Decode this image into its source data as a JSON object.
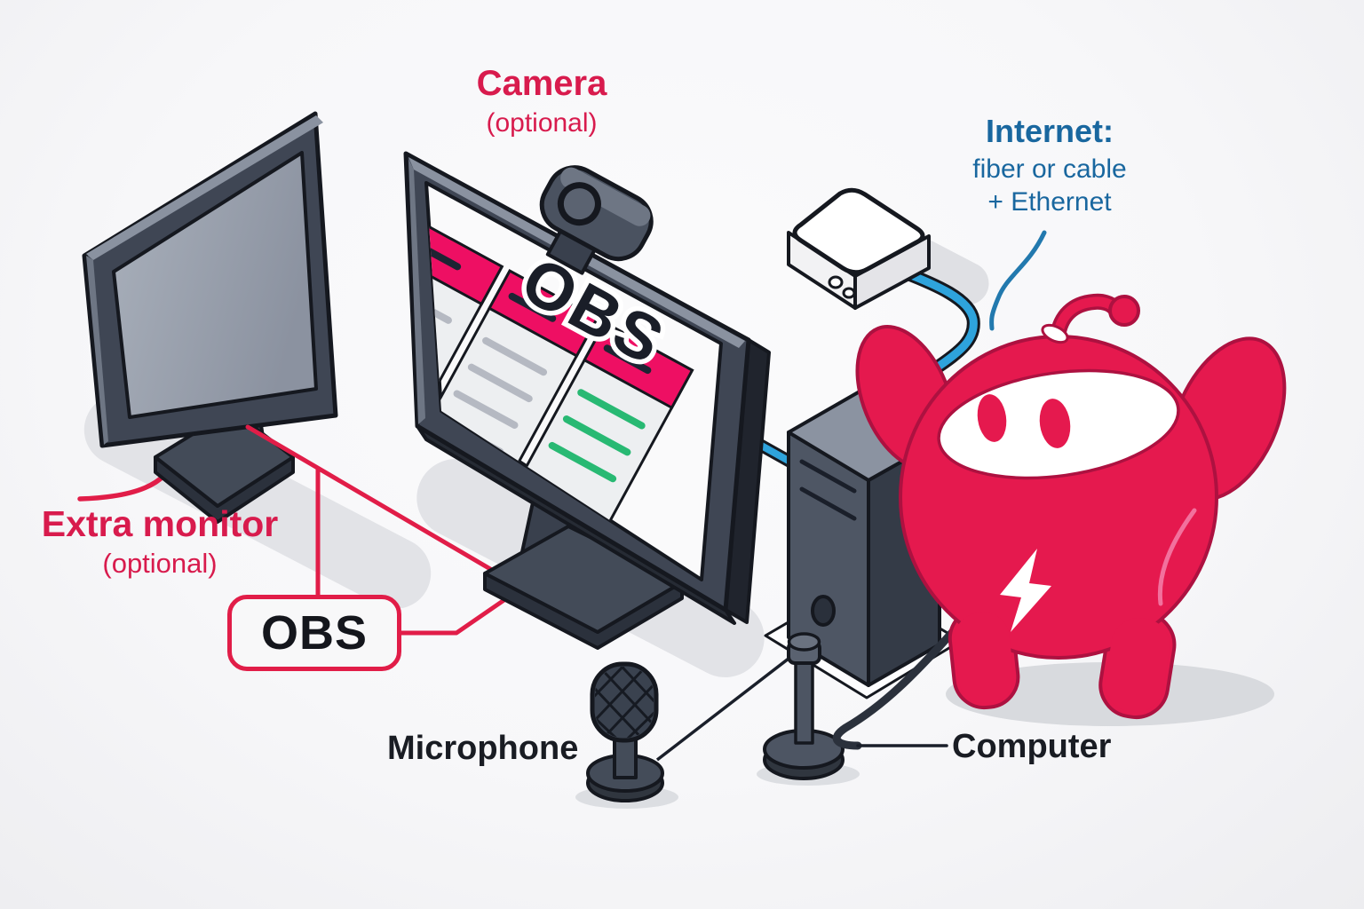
{
  "labels": {
    "camera": {
      "title": "Camera",
      "subtitle": "(optional)"
    },
    "internet": {
      "title": "Internet:",
      "line2": "fiber or cable",
      "line3": "+ Ethernet"
    },
    "extra_monitor": {
      "title": "Extra monitor",
      "subtitle": "(optional)"
    },
    "obs_box": {
      "label": "OBS"
    },
    "screen": {
      "app_title": "OBS"
    },
    "microphone": {
      "label": "Microphone"
    },
    "computer": {
      "label": "Computer"
    }
  },
  "colors": {
    "crimson_line": "#e11d48",
    "label_crimson": "#d81b4d",
    "label_blue": "#19679f",
    "mascot": "#e5194e",
    "mascot_outline": "#ad1140",
    "magenta_header": "#ee0f63",
    "green_accent": "#28b973",
    "cable_blue": "#2ea3dc",
    "ink": "#15181f",
    "text_ink": "#191c23"
  },
  "illustration_parts": [
    "extra-monitor",
    "obs-connector-lines",
    "main-monitor",
    "obs-screen-ui",
    "webcam",
    "router-box",
    "ethernet-cable",
    "computer-tower",
    "microphone",
    "mic-stand",
    "computer-cable",
    "mascot-robot"
  ]
}
